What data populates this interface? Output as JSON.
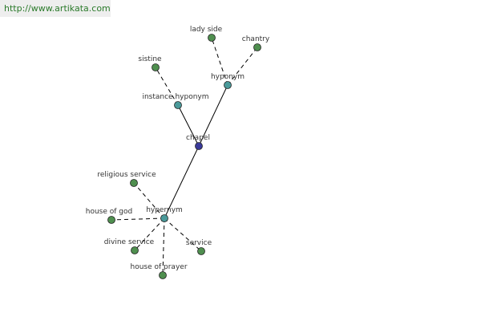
{
  "header": {
    "url": "http://www.artikata.com"
  },
  "colors": {
    "leaf": "#4f8f4f",
    "relation": "#4a9a9a",
    "center": "#3a3a9a",
    "edge": "#000000",
    "url_text": "#2a7a2a",
    "url_bg": "#eeeeee"
  },
  "nodes": [
    {
      "id": "chapel",
      "label": "chapel",
      "kind": "center"
    },
    {
      "id": "hyponym",
      "label": "hyponym",
      "kind": "relation"
    },
    {
      "id": "instance",
      "label": "instance hyponym",
      "kind": "relation"
    },
    {
      "id": "hypernym",
      "label": "hypernym",
      "kind": "relation"
    },
    {
      "id": "lady_side",
      "label": "lady side",
      "kind": "leaf"
    },
    {
      "id": "chantry",
      "label": "chantry",
      "kind": "leaf"
    },
    {
      "id": "sistine",
      "label": "sistine",
      "kind": "leaf"
    },
    {
      "id": "religious",
      "label": "religious service",
      "kind": "leaf"
    },
    {
      "id": "house_god",
      "label": "house of god",
      "kind": "leaf"
    },
    {
      "id": "divine",
      "label": "divine service",
      "kind": "leaf"
    },
    {
      "id": "service",
      "label": "service",
      "kind": "leaf"
    },
    {
      "id": "house_prayer",
      "label": "house of prayer",
      "kind": "leaf"
    }
  ],
  "edges": [
    {
      "from": "chapel",
      "to": "hyponym",
      "style": "solid"
    },
    {
      "from": "chapel",
      "to": "instance",
      "style": "solid"
    },
    {
      "from": "chapel",
      "to": "hypernym",
      "style": "solid"
    },
    {
      "from": "hyponym",
      "to": "lady_side",
      "style": "dashed"
    },
    {
      "from": "hyponym",
      "to": "chantry",
      "style": "dashed"
    },
    {
      "from": "instance",
      "to": "sistine",
      "style": "dashed"
    },
    {
      "from": "hypernym",
      "to": "religious",
      "style": "dashed"
    },
    {
      "from": "hypernym",
      "to": "house_god",
      "style": "dashed"
    },
    {
      "from": "hypernym",
      "to": "divine",
      "style": "dashed"
    },
    {
      "from": "hypernym",
      "to": "service",
      "style": "dashed"
    },
    {
      "from": "hypernym",
      "to": "house_prayer",
      "style": "dashed"
    }
  ]
}
